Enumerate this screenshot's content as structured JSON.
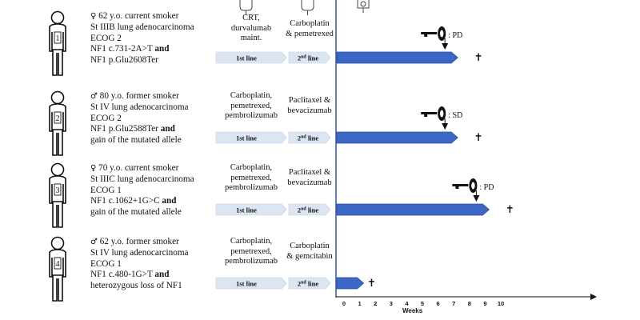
{
  "patients": [
    {
      "number": "1",
      "sex_symbol": "♀",
      "summary": "62 y.o. current smoker",
      "stage": "St IIIB lung adenocarcinoma",
      "ecog": "ECOG 2",
      "mut_a": "NF1 c.731-2A>T",
      "mut_a_join": "and",
      "mut_b": "NF1 p.Glu2608Ter",
      "regimen_first": "CRT,\ndurvalumab\nmaint.",
      "regimen_second": "Carboplatin\n& pemetrexed",
      "first_line": "1st line",
      "second_line_num": "2",
      "second_line_sup": "nd",
      "second_line_word": "line",
      "response": ": PD",
      "weeks_end": 7
    },
    {
      "number": "2",
      "sex_symbol": "♂",
      "summary": "80 y.o. former smoker",
      "stage": "St IV lung adenocarcinoma",
      "ecog": "ECOG 2",
      "mut_a": "NF1 p.Glu2588Ter",
      "mut_a_join": "and",
      "mut_b": "gain of the mutated allele",
      "regimen_first": "Carboplatin,\npemetrexed,\npembrolizumab",
      "regimen_second": "Paclitaxel &\nbevacizumab",
      "first_line": "1st line",
      "second_line_num": "2",
      "second_line_sup": "nd",
      "second_line_word": "line",
      "response": ": SD",
      "weeks_end": 7
    },
    {
      "number": "3",
      "sex_symbol": "♀",
      "summary": "70 y.o. current smoker",
      "stage": "St IIIC lung adenocarcinoma",
      "ecog": "ECOG 1",
      "mut_a": "NF1 c.1062+1G>C",
      "mut_a_join": "and",
      "mut_b": "gain of the mutated allele",
      "regimen_first": "Carboplatin,\npemetrexed,\npembrolizumab",
      "regimen_second": "Paclitaxel &\nbevacizumab",
      "first_line": "1st line",
      "second_line_num": "2",
      "second_line_sup": "nd",
      "second_line_word": "line",
      "response": ": PD",
      "weeks_end": 9
    },
    {
      "number": "4",
      "sex_symbol": "♂",
      "summary": "62 y.o. former smoker",
      "stage": "St IV lung adenocarcinoma",
      "ecog": "ECOG 1",
      "mut_a": "NF1 c.480-1G>T",
      "mut_a_join": "and",
      "mut_b": "heterozygous loss of NF1",
      "regimen_first": "Carboplatin,\npemetrexed,\npembrolizumab",
      "regimen_second": "Carboplatin\n& gemcitabin",
      "first_line": "1st line",
      "second_line_num": "2",
      "second_line_sup": "nd",
      "second_line_word": "line",
      "response": "",
      "weeks_end": 1
    }
  ],
  "axis": {
    "label": "Weeks",
    "ticks": [
      "0",
      "1",
      "2",
      "3",
      "4",
      "5",
      "6",
      "7",
      "8",
      "9",
      "10"
    ]
  },
  "death_marker": "✝",
  "colors": {
    "bar_fill": "#3d67c6",
    "bar_stroke": "#2a4e9e",
    "line_chevron": "#dce6f2",
    "axis": "#2f5597",
    "icon": "#111111"
  },
  "icons": {
    "patient": "person-outline-icon",
    "first_line": "iv-bag-icon",
    "second_line": "iv-bag-icon",
    "treatment_response": "ct-scanner-icon",
    "death": "cross-icon"
  }
}
